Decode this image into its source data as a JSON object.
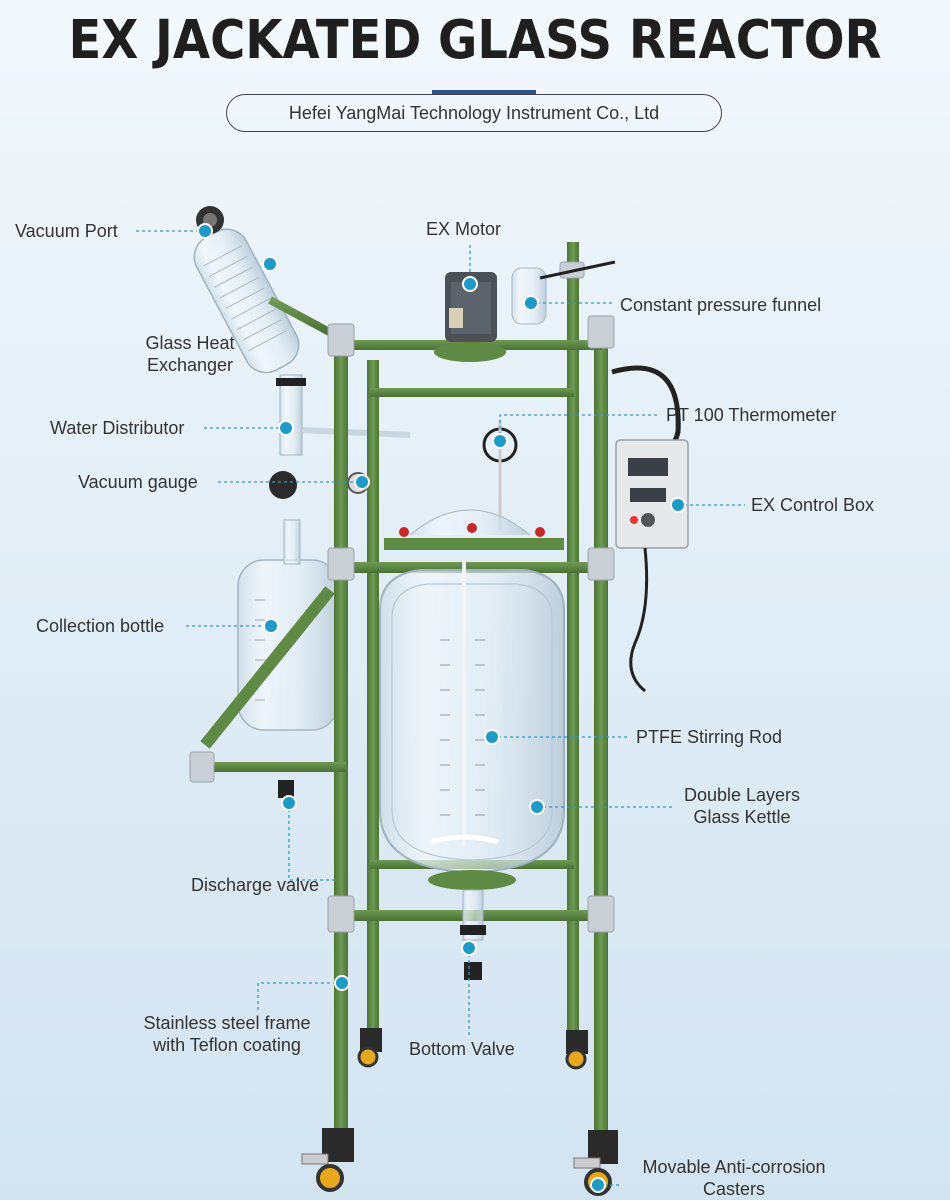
{
  "header": {
    "title": "EX JACKATED GLASS REACTOR",
    "company": "Hefei YangMai Technology Instrument  Co., Ltd"
  },
  "labels": {
    "vacuum_port": "Vacuum Port",
    "glass_heat_exchanger": [
      "Glass Heat",
      "Exchanger"
    ],
    "water_distributor": "Water Distributor",
    "vacuum_gauge": "Vacuum gauge",
    "collection_bottle": "Collection bottle",
    "discharge_valve": "Discharge valve",
    "stainless_frame": [
      "Stainless steel frame",
      "with Teflon coating"
    ],
    "bottom_valve": "Bottom Valve",
    "ex_motor": "EX Motor",
    "constant_pressure_funnel": "Constant pressure funnel",
    "pt100_thermometer": "PT 100 Thermometer",
    "ex_control_box": "EX Control Box",
    "ptfe_stirring_rod": "PTFE Stirring Rod",
    "double_layers_kettle": [
      "Double Layers",
      "Glass Kettle"
    ],
    "casters": [
      "Movable Anti-corrosion",
      "Casters"
    ]
  },
  "colors": {
    "frame_green": "#5f8a46",
    "callout_dot": "#1e9ac6",
    "accent_blue": "#2e4f8c"
  }
}
